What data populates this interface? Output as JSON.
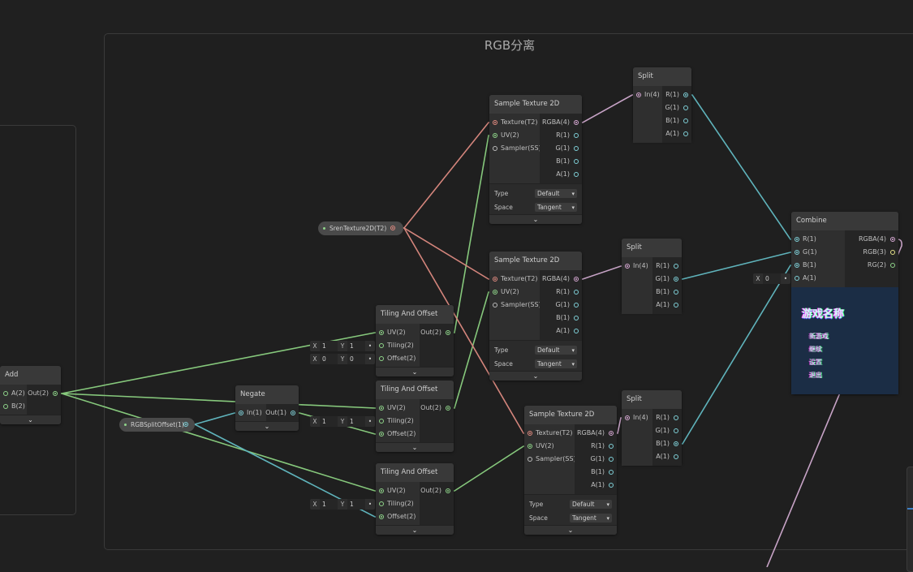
{
  "group": {
    "title": "RGB分离"
  },
  "port_colors": {
    "vector2": "#8fd48a",
    "texture": "#e08a80",
    "vector4": "#d7a9d4",
    "float": "#7fd0d8",
    "sampler": "#bbbbbb",
    "vector3": "#e8e48a"
  },
  "wire_colors": {
    "vector2": "#86c87c",
    "texture": "#d4857c",
    "vector4": "#c7a3c6",
    "float": "#5fb3bb"
  },
  "properties": {
    "screen_texture": {
      "label": "SrenTexture2D(T2)"
    },
    "rgb_split_offset": {
      "label": "RGBSplitOffset(1)"
    }
  },
  "nodes": {
    "add": {
      "title": "Add",
      "inputs": [
        "A(2)",
        "B(2)"
      ],
      "outputs": [
        "Out(2)"
      ]
    },
    "negate": {
      "title": "Negate",
      "inputs": [
        "In(1)"
      ],
      "outputs": [
        "Out(1)"
      ]
    },
    "tiling1": {
      "title": "Tiling And Offset",
      "inputs": [
        "UV(2)",
        "Tiling(2)",
        "Offset(2)"
      ],
      "outputs": [
        "Out(2)"
      ]
    },
    "tiling2": {
      "title": "Tiling And Offset",
      "inputs": [
        "UV(2)",
        "Tiling(2)",
        "Offset(2)"
      ],
      "outputs": [
        "Out(2)"
      ]
    },
    "tiling3": {
      "title": "Tiling And Offset",
      "inputs": [
        "UV(2)",
        "Tiling(2)",
        "Offset(2)"
      ],
      "outputs": [
        "Out(2)"
      ]
    },
    "sample1": {
      "title": "Sample Texture 2D",
      "inputs": [
        "Texture(T2)",
        "UV(2)",
        "Sampler(SS)"
      ],
      "outputs": [
        "RGBA(4)",
        "R(1)",
        "G(1)",
        "B(1)",
        "A(1)"
      ],
      "controls": [
        {
          "label": "Type",
          "value": "Default"
        },
        {
          "label": "Space",
          "value": "Tangent"
        }
      ]
    },
    "sample2": {
      "title": "Sample Texture 2D",
      "inputs": [
        "Texture(T2)",
        "UV(2)",
        "Sampler(SS)"
      ],
      "outputs": [
        "RGBA(4)",
        "R(1)",
        "G(1)",
        "B(1)",
        "A(1)"
      ],
      "controls": [
        {
          "label": "Type",
          "value": "Default"
        },
        {
          "label": "Space",
          "value": "Tangent"
        }
      ]
    },
    "sample3": {
      "title": "Sample Texture 2D",
      "inputs": [
        "Texture(T2)",
        "UV(2)",
        "Sampler(SS)"
      ],
      "outputs": [
        "RGBA(4)",
        "R(1)",
        "G(1)",
        "B(1)",
        "A(1)"
      ],
      "controls": [
        {
          "label": "Type",
          "value": "Default"
        },
        {
          "label": "Space",
          "value": "Tangent"
        }
      ]
    },
    "split1": {
      "title": "Split",
      "inputs": [
        "In(4)"
      ],
      "outputs": [
        "R(1)",
        "G(1)",
        "B(1)",
        "A(1)"
      ]
    },
    "split2": {
      "title": "Split",
      "inputs": [
        "In(4)"
      ],
      "outputs": [
        "R(1)",
        "G(1)",
        "B(1)",
        "A(1)"
      ]
    },
    "split3": {
      "title": "Split",
      "inputs": [
        "In(4)"
      ],
      "outputs": [
        "R(1)",
        "G(1)",
        "B(1)",
        "A(1)"
      ]
    },
    "combine": {
      "title": "Combine",
      "inputs": [
        "R(1)",
        "G(1)",
        "B(1)",
        "A(1)"
      ],
      "outputs": [
        "RGBA(4)",
        "RGB(3)",
        "RG(2)"
      ]
    }
  },
  "inline_values": [
    {
      "node": "tiling1",
      "port": "Tiling(2)",
      "fields": [
        {
          "label": "X",
          "value": "1"
        },
        {
          "label": "Y",
          "value": "1"
        }
      ]
    },
    {
      "node": "tiling1",
      "port": "Offset(2)",
      "fields": [
        {
          "label": "X",
          "value": "0"
        },
        {
          "label": "Y",
          "value": "0"
        }
      ]
    },
    {
      "node": "tiling2",
      "port": "Tiling(2)",
      "fields": [
        {
          "label": "X",
          "value": "1"
        },
        {
          "label": "Y",
          "value": "1"
        }
      ]
    },
    {
      "node": "tiling3",
      "port": "Tiling(2)",
      "fields": [
        {
          "label": "X",
          "value": "1"
        },
        {
          "label": "Y",
          "value": "1"
        }
      ]
    },
    {
      "node": "combine",
      "port": "A(1)",
      "fields": [
        {
          "label": "X",
          "value": "0"
        }
      ]
    }
  ],
  "preview": {
    "title": "游戏名称",
    "items": [
      "新游戏",
      "继续",
      "设置",
      "退出"
    ]
  },
  "footer_glyph": "⌄"
}
